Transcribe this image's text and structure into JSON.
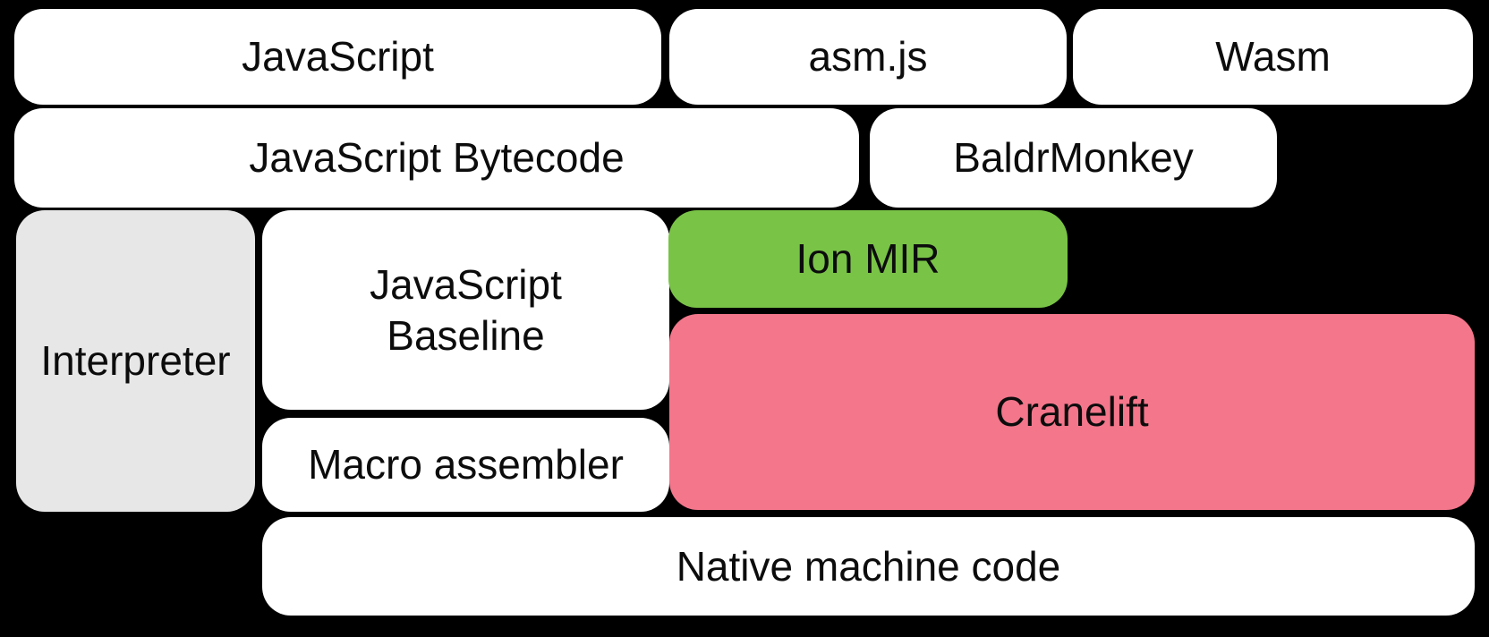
{
  "diagram": {
    "description": "Compiler pipeline diagram on black background",
    "colors": {
      "background": "#000000",
      "box_default": "#ffffff",
      "box_gray": "#e7e7e7",
      "box_green": "#79c347",
      "box_pink": "#f3768b",
      "text": "#0c0c0c"
    },
    "boxes": [
      {
        "id": "javascript",
        "label": "JavaScript",
        "color": "#ffffff"
      },
      {
        "id": "asmjs",
        "label": "asm.js",
        "color": "#ffffff"
      },
      {
        "id": "wasm",
        "label": "Wasm",
        "color": "#ffffff"
      },
      {
        "id": "js-bytecode",
        "label": "JavaScript Bytecode",
        "color": "#ffffff"
      },
      {
        "id": "baldrmonkey",
        "label": "BaldrMonkey",
        "color": "#ffffff"
      },
      {
        "id": "interpreter",
        "label": "Interpreter",
        "color": "#e7e7e7"
      },
      {
        "id": "js-baseline",
        "label": "JavaScript Baseline",
        "color": "#ffffff"
      },
      {
        "id": "ion-mir",
        "label": "Ion MIR",
        "color": "#79c347"
      },
      {
        "id": "cranelift",
        "label": "Cranelift",
        "color": "#f3768b"
      },
      {
        "id": "macro-assembler",
        "label": "Macro assembler",
        "color": "#ffffff"
      },
      {
        "id": "native-machine-code",
        "label": "Native machine code",
        "color": "#ffffff"
      }
    ]
  }
}
